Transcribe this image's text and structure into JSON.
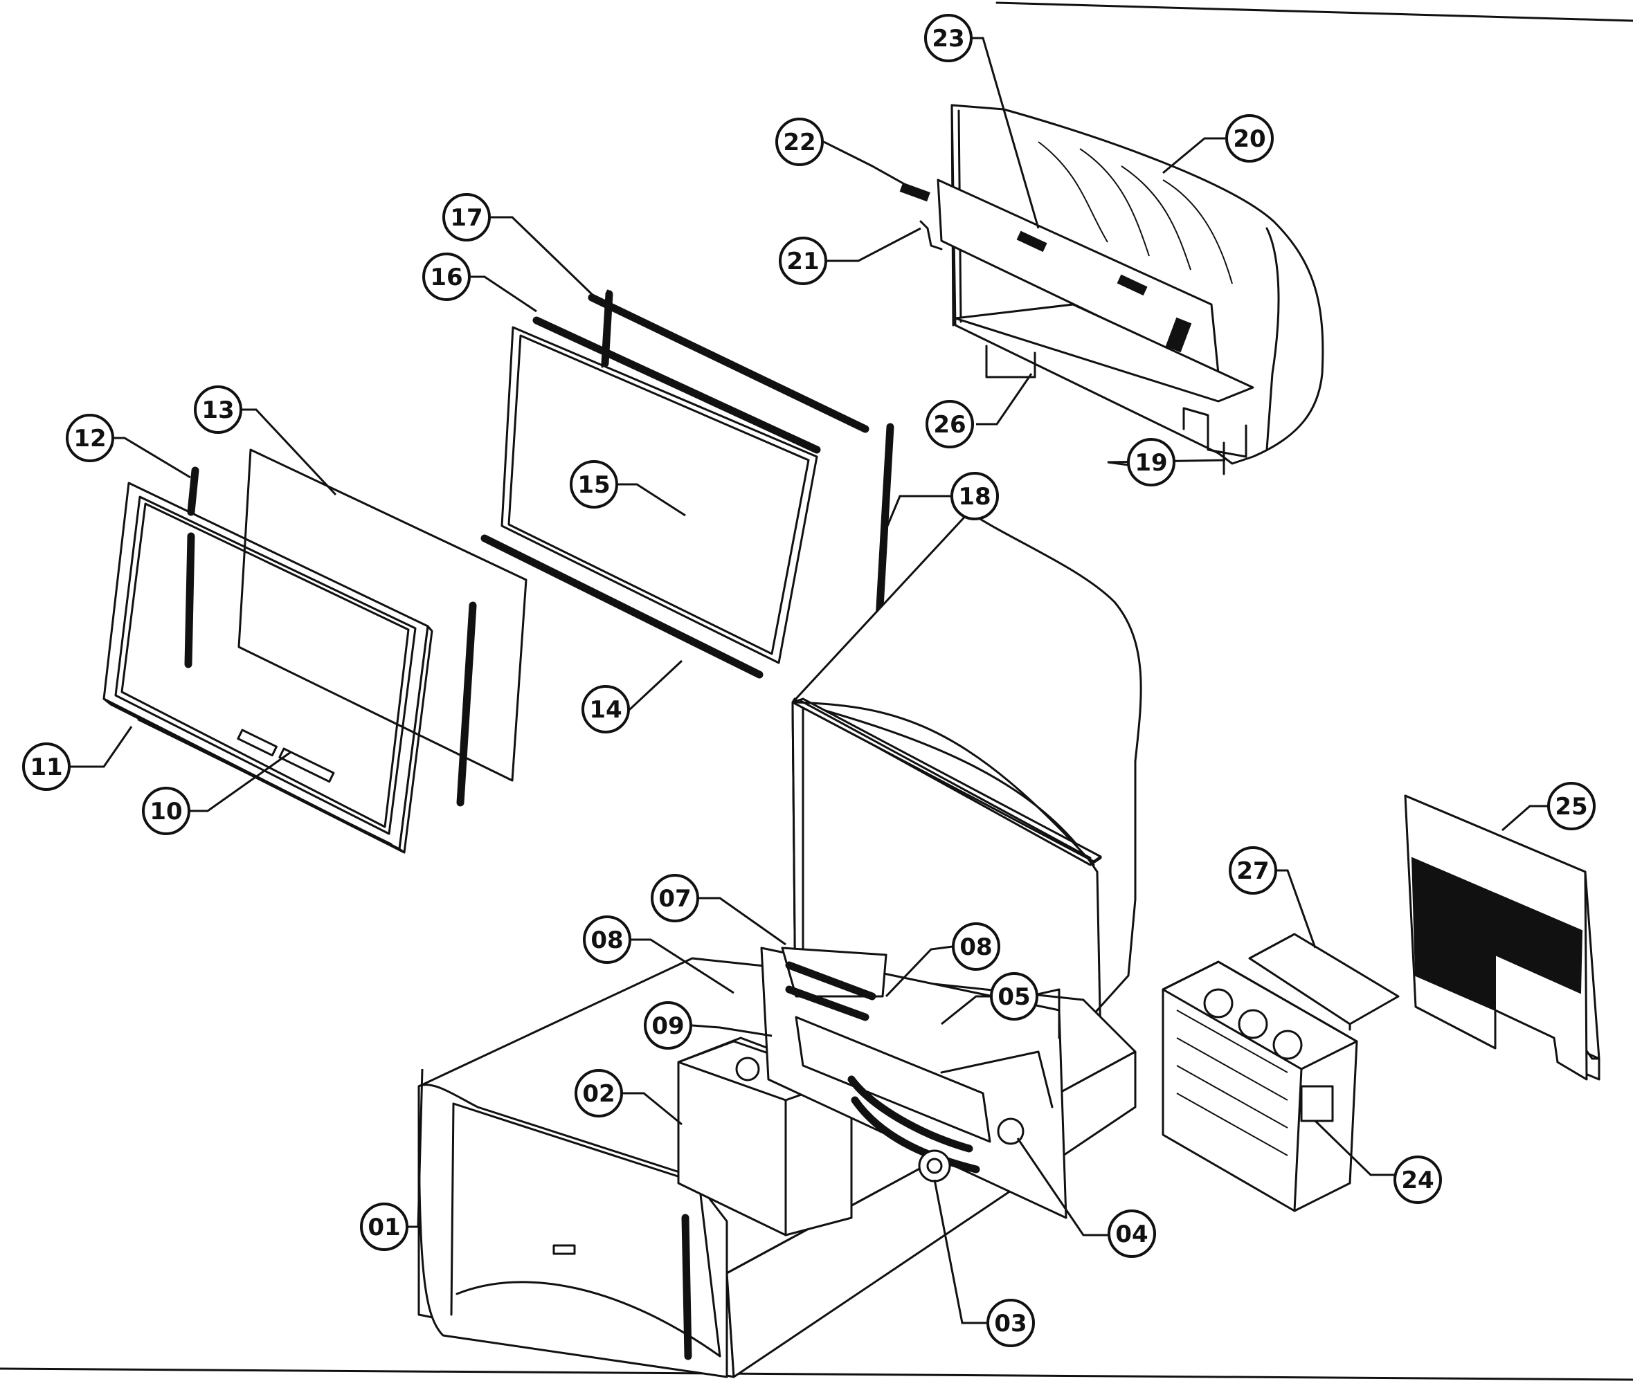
{
  "callouts": [
    {
      "id": "01",
      "label": "01"
    },
    {
      "id": "02",
      "label": "02"
    },
    {
      "id": "03",
      "label": "03"
    },
    {
      "id": "04",
      "label": "04"
    },
    {
      "id": "05",
      "label": "05"
    },
    {
      "id": "07",
      "label": "07"
    },
    {
      "id": "08a",
      "label": "08"
    },
    {
      "id": "08b",
      "label": "08"
    },
    {
      "id": "09",
      "label": "09"
    },
    {
      "id": "10",
      "label": "10"
    },
    {
      "id": "11",
      "label": "11"
    },
    {
      "id": "12",
      "label": "12"
    },
    {
      "id": "13",
      "label": "13"
    },
    {
      "id": "14",
      "label": "14"
    },
    {
      "id": "15",
      "label": "15"
    },
    {
      "id": "16",
      "label": "16"
    },
    {
      "id": "17",
      "label": "17"
    },
    {
      "id": "18",
      "label": "18"
    },
    {
      "id": "19",
      "label": "19"
    },
    {
      "id": "20",
      "label": "20"
    },
    {
      "id": "21",
      "label": "21"
    },
    {
      "id": "22",
      "label": "22"
    },
    {
      "id": "23",
      "label": "23"
    },
    {
      "id": "24",
      "label": "24"
    },
    {
      "id": "25",
      "label": "25"
    },
    {
      "id": "26",
      "label": "26"
    },
    {
      "id": "27",
      "label": "27"
    }
  ]
}
